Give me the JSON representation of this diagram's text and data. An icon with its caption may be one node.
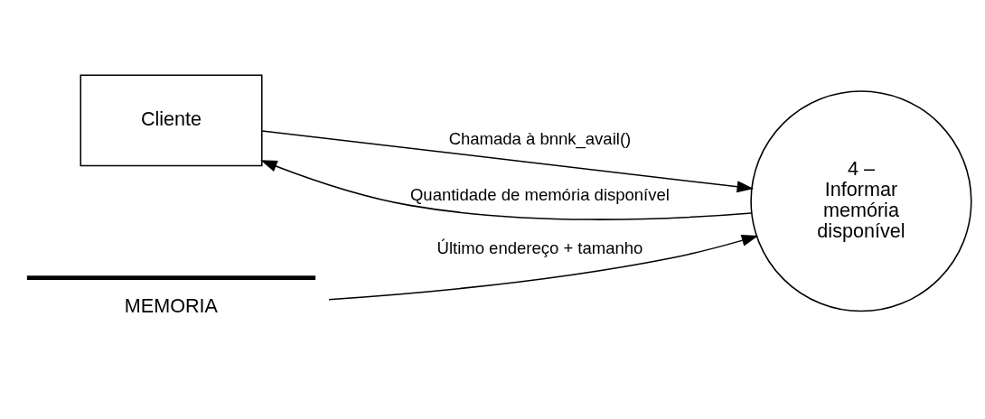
{
  "diagram": {
    "nodes": [
      {
        "text": [
          "Cliente"
        ]
      },
      {
        "text": [
          "4 – Informar memória disponível"
        ]
      },
      {
        "text": [
          "MEMORIA"
        ]
      }
    ],
    "edges": [
      {
        "from": 0,
        "to": 1,
        "arrow": "to",
        "label": "Chamada à bnnk_avail()"
      },
      {
        "from": 1,
        "to": 0,
        "arrow": "to",
        "label": "Quantidade de memória disponível"
      },
      {
        "from": 2,
        "to": 1,
        "arrow": "to",
        "label": "Último endereço + tamanho"
      }
    ]
  }
}
